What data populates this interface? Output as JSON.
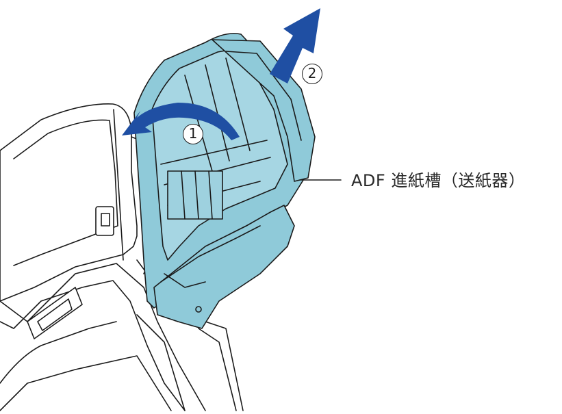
{
  "callout": {
    "label": "ADF 進紙槽（送紙器）"
  },
  "steps": [
    {
      "number": "1"
    },
    {
      "number": "2"
    }
  ],
  "colors": {
    "chute": "#8fcad9",
    "chute_dark": "#5aa3b8",
    "arrow": "#1f4fa3",
    "outline": "#1a1a1a"
  },
  "icons": {
    "rotate_arrow": "curved-open-arrow-icon",
    "lift_arrow": "straight-up-arrow-icon"
  }
}
